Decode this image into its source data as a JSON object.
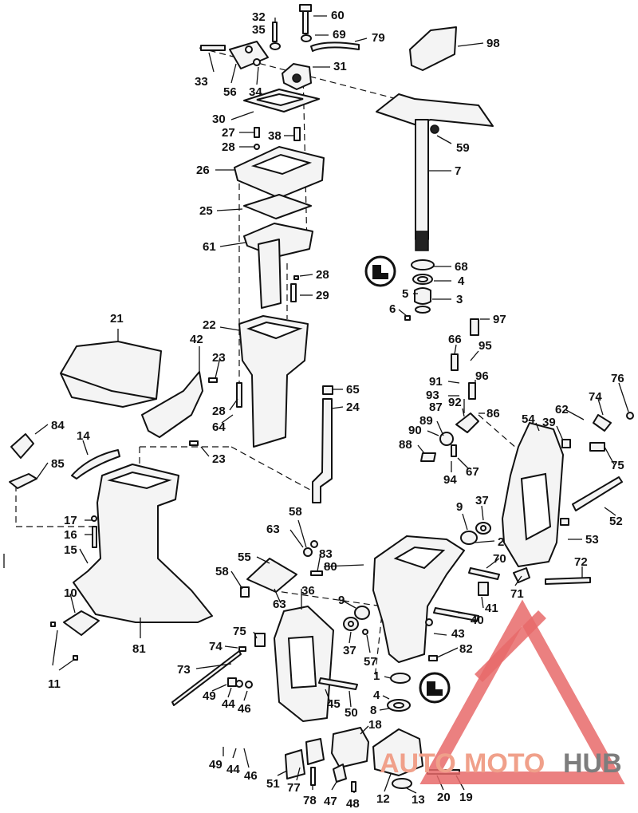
{
  "callouts": {
    "n60": "60",
    "n32": "32",
    "n35": "35",
    "n69": "69",
    "n79": "79",
    "n98": "98",
    "n33": "33",
    "n31": "31",
    "n56": "56",
    "n34": "34",
    "n30": "30",
    "n27": "27",
    "n38": "38",
    "n28a": "28",
    "n59": "59",
    "n26": "26",
    "n7": "7",
    "n25": "25",
    "n61": "61",
    "n68": "68",
    "n4a": "4",
    "n28b": "28",
    "n29": "29",
    "n5": "5",
    "n3": "3",
    "n6": "6",
    "n21": "21",
    "n22": "22",
    "n97": "97",
    "n66": "66",
    "n95": "95",
    "n42": "42",
    "n23a": "23",
    "n65": "65",
    "n91": "91",
    "n96": "96",
    "n93": "93",
    "n76": "76",
    "n92": "92",
    "n87": "87",
    "n74a": "74",
    "n28c": "28",
    "n24": "24",
    "n89": "89",
    "n86": "86",
    "n62": "62",
    "n54": "54",
    "n39": "39",
    "n64": "64",
    "n84": "84",
    "n14": "14",
    "n90": "90",
    "n88": "88",
    "n23b": "23",
    "n67": "67",
    "n94": "94",
    "n75a": "75",
    "n85": "85",
    "n58a": "58",
    "n9a": "9",
    "n37a": "37",
    "n52": "52",
    "n17": "17",
    "n63a": "63",
    "n16": "16",
    "n2": "2",
    "n53": "53",
    "n15": "15",
    "n83": "83",
    "n55": "55",
    "n70": "70",
    "n80": "80",
    "n72": "72",
    "n58b": "58",
    "n10": "10",
    "n63b": "63",
    "n36": "36",
    "n71": "71",
    "n9b": "9",
    "n41": "41",
    "n40": "40",
    "n75b": "75",
    "n43": "43",
    "n81": "81",
    "n74b": "74",
    "n37b": "37",
    "n57": "57",
    "n82": "82",
    "n73": "73",
    "n1": "1",
    "n11": "11",
    "n49a": "49",
    "n44a": "44",
    "n46a": "46",
    "n45": "45",
    "n4b": "4",
    "n50": "50",
    "n8": "8",
    "n18": "18",
    "n49b": "49",
    "n44b": "44",
    "n46b": "46",
    "n51": "51",
    "n77": "77",
    "n78": "78",
    "n47": "47",
    "n48": "48",
    "n12": "12",
    "n13": "13",
    "n20": "20",
    "n19": "19"
  },
  "watermark": {
    "text_a": "AUTO",
    "text_b": "MOTO",
    "text_c": "HUB",
    "colors": {
      "triangle": "#e86a6a",
      "text_a": "#f0a08a",
      "text_b": "#f0a08a",
      "text_c": "#7d7d7d"
    }
  },
  "icons": [
    "lubricant-badge-icon",
    "lubricant-badge-icon"
  ]
}
